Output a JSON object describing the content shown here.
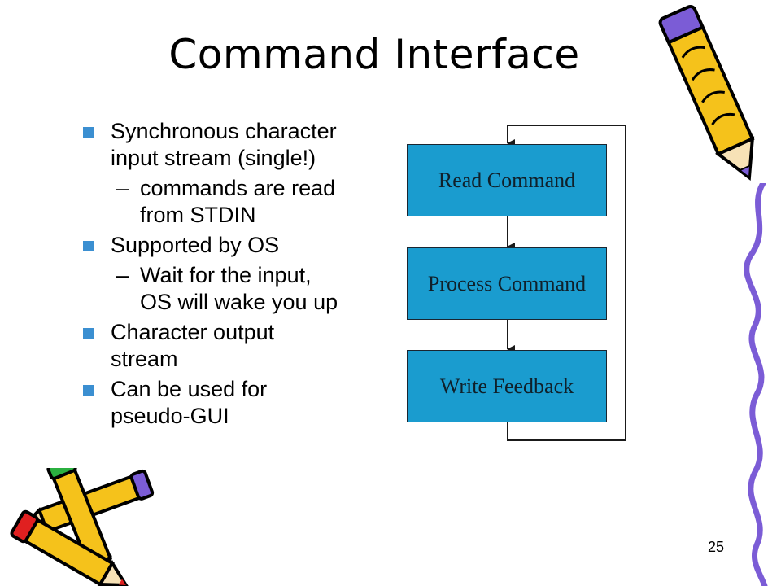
{
  "slide": {
    "title": "Command Interface",
    "page_number": "25"
  },
  "bullets": [
    {
      "level": 1,
      "text": "Synchronous character input stream (single!)",
      "lines": [
        "Synchronous character",
        "input stream (single!)"
      ]
    },
    {
      "level": 2,
      "text": "commands are read from STDIN",
      "lines": [
        "commands are read",
        "from STDIN"
      ]
    },
    {
      "level": 1,
      "text": "Supported by OS",
      "lines": [
        "Supported by OS"
      ]
    },
    {
      "level": 2,
      "text": "Wait for the input, OS will wake you up",
      "lines": [
        "Wait for the input,",
        "OS will wake you up"
      ]
    },
    {
      "level": 1,
      "text": "Character output stream",
      "lines": [
        "Character output",
        "stream"
      ]
    },
    {
      "level": 1,
      "text": "Can be used for pseudo-GUI",
      "lines": [
        "Can be used for",
        "pseudo-GUI"
      ]
    }
  ],
  "bullet_marker": {
    "dash": "–"
  },
  "diagram": {
    "boxes": [
      {
        "label": "Read Command"
      },
      {
        "label": "Process Command"
      },
      {
        "label": "Write Feedback"
      }
    ],
    "box_color": "#1a9ccf",
    "loop": "Write Feedback returns to Read Command"
  },
  "colors": {
    "bullet_square": "#3b8fd1",
    "pencil_body": "#f5c21b",
    "pencil_outline": "#000000",
    "pencil_eraser_red": "#e02020",
    "pencil_eraser_purple": "#7b5cd6",
    "pencil_eraser_green": "#2bb040",
    "decorative_line": "#7b5cd6"
  },
  "decorations": {
    "top_right": "pencil-clipart-icon",
    "bottom_left": "crossed-pencils-clipart-icon",
    "right_edge": "wavy-line"
  }
}
